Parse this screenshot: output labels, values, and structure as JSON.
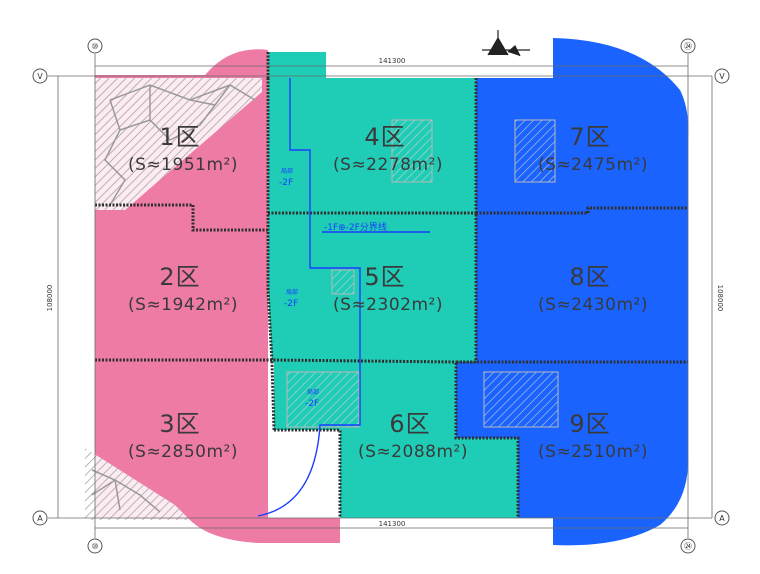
{
  "colors": {
    "pink": "#ee7aa6",
    "teal": "#1fcdb6",
    "blue": "#1a63ff",
    "wall": "#2f2f2f",
    "line": "#1a3dff"
  },
  "top_dimension": "141300",
  "bottom_dimension": "141300",
  "left_dimension": "108000",
  "right_dimension": "108000",
  "axes": {
    "top_left": "⑩",
    "top_right": "㉔",
    "bottom_left": "⑩",
    "bottom_right": "㉔",
    "left_top": "V",
    "right_top": "V",
    "left_bottom": "A",
    "right_bottom": "A"
  },
  "zones": [
    {
      "id": "1",
      "title": "1区",
      "area": "(S≈1951m²)",
      "color": "pink"
    },
    {
      "id": "2",
      "title": "2区",
      "area": "(S≈1942m²)",
      "color": "pink"
    },
    {
      "id": "3",
      "title": "3区",
      "area": "(S≈2850m²)",
      "color": "pink"
    },
    {
      "id": "4",
      "title": "4区",
      "area": "(S≈2278m²)",
      "color": "teal"
    },
    {
      "id": "5",
      "title": "5区",
      "area": "(S≈2302m²)",
      "color": "teal"
    },
    {
      "id": "6",
      "title": "6区",
      "area": "(S≈2088m²)",
      "color": "teal"
    },
    {
      "id": "7",
      "title": "7区",
      "area": "(S≈2475m²)",
      "color": "blue"
    },
    {
      "id": "8",
      "title": "8区",
      "area": "(S≈2430m²)",
      "color": "blue"
    },
    {
      "id": "9",
      "title": "9区",
      "area": "(S≈2510m²)",
      "color": "blue"
    }
  ],
  "annotations": {
    "a1_small": "局部",
    "a1_big": "-2F",
    "a2_small": "局部",
    "a2_big": "-2F",
    "a3_small": "局部",
    "a3_big": "-2F",
    "route": "-1F⊕-2F分界线"
  }
}
